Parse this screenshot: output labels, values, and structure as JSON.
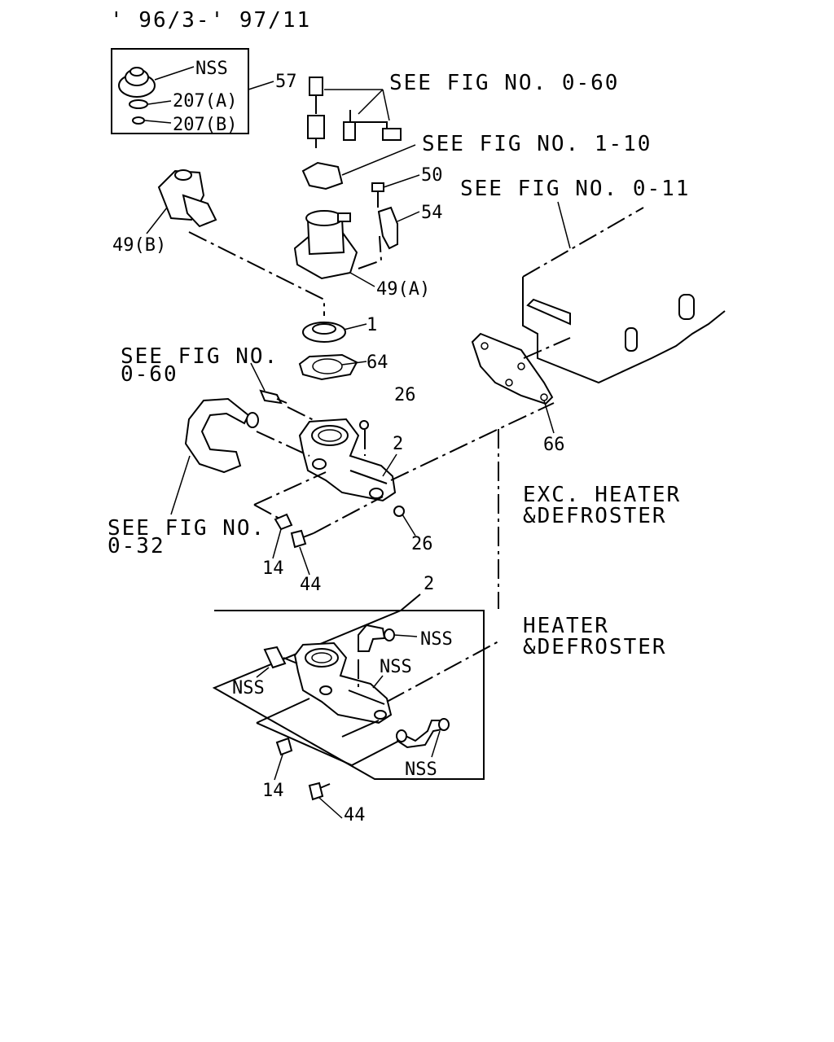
{
  "header": {
    "date_range": "' 96/3-' 97/11"
  },
  "references": {
    "fig_0_60_a": "SEE FIG NO. 0-60",
    "fig_1_10": "SEE FIG NO. 1-10",
    "fig_0_11": "SEE FIG NO. 0-11",
    "fig_0_60_b_line1": "SEE FIG NO.",
    "fig_0_60_b_line2": "0-60",
    "fig_0_32_line1": "SEE FIG NO.",
    "fig_0_32_line2": "0-32"
  },
  "variants": {
    "exc_line1": "EXC. HEATER",
    "exc_line2": "&DEFROSTER",
    "heater_line1": "HEATER",
    "heater_line2": "&DEFROSTER"
  },
  "callouts": {
    "nss_cap": "NSS",
    "p207a": "207(A)",
    "p207b": "207(B)",
    "p57": "57",
    "p50": "50",
    "p54": "54",
    "p49b": "49(B)",
    "p49a": "49(A)",
    "p1": "1",
    "p64": "64",
    "p26_top": "26",
    "p2_top": "2",
    "p66": "66",
    "p26_bottom": "26",
    "p14_top": "14",
    "p44_top": "44",
    "p2_bottom": "2",
    "nss_elbow": "NSS",
    "nss_left": "NSS",
    "nss_mid": "NSS",
    "nss_hose": "NSS",
    "p14_bottom": "14",
    "p44_bottom": "44"
  }
}
